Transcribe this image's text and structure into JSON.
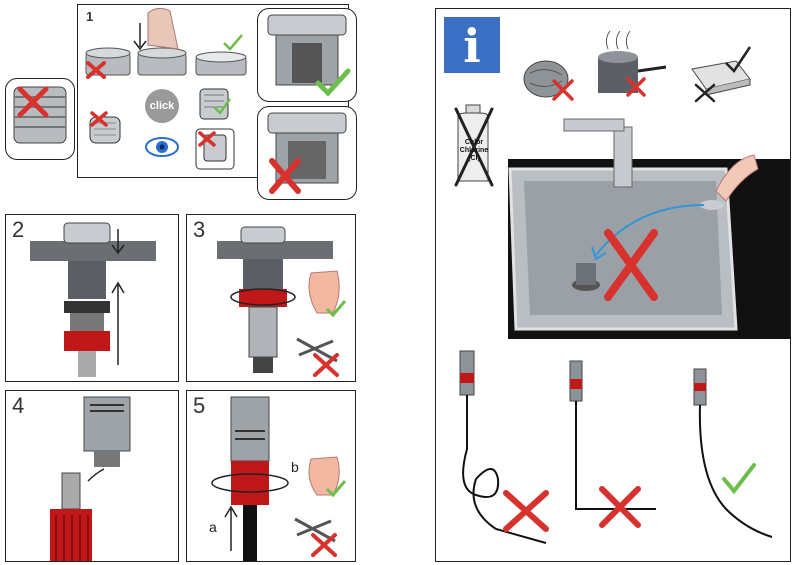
{
  "steps": {
    "step1": "1",
    "step2": "2",
    "step3": "3",
    "step4": "4",
    "step5": "5"
  },
  "click_label": "click",
  "info_icon": "i",
  "bottle_text": [
    "Chlor",
    "Chlorine",
    "(Cl)"
  ],
  "step5_labels": {
    "a": "a",
    "b": "b"
  },
  "colors": {
    "red_mark": "#d8322e",
    "green_check": "#6cbf4a",
    "info_blue": "#3a6fc4",
    "countertop": "#111111",
    "steel": "#9aa0a6",
    "red_nut": "#c01818"
  }
}
